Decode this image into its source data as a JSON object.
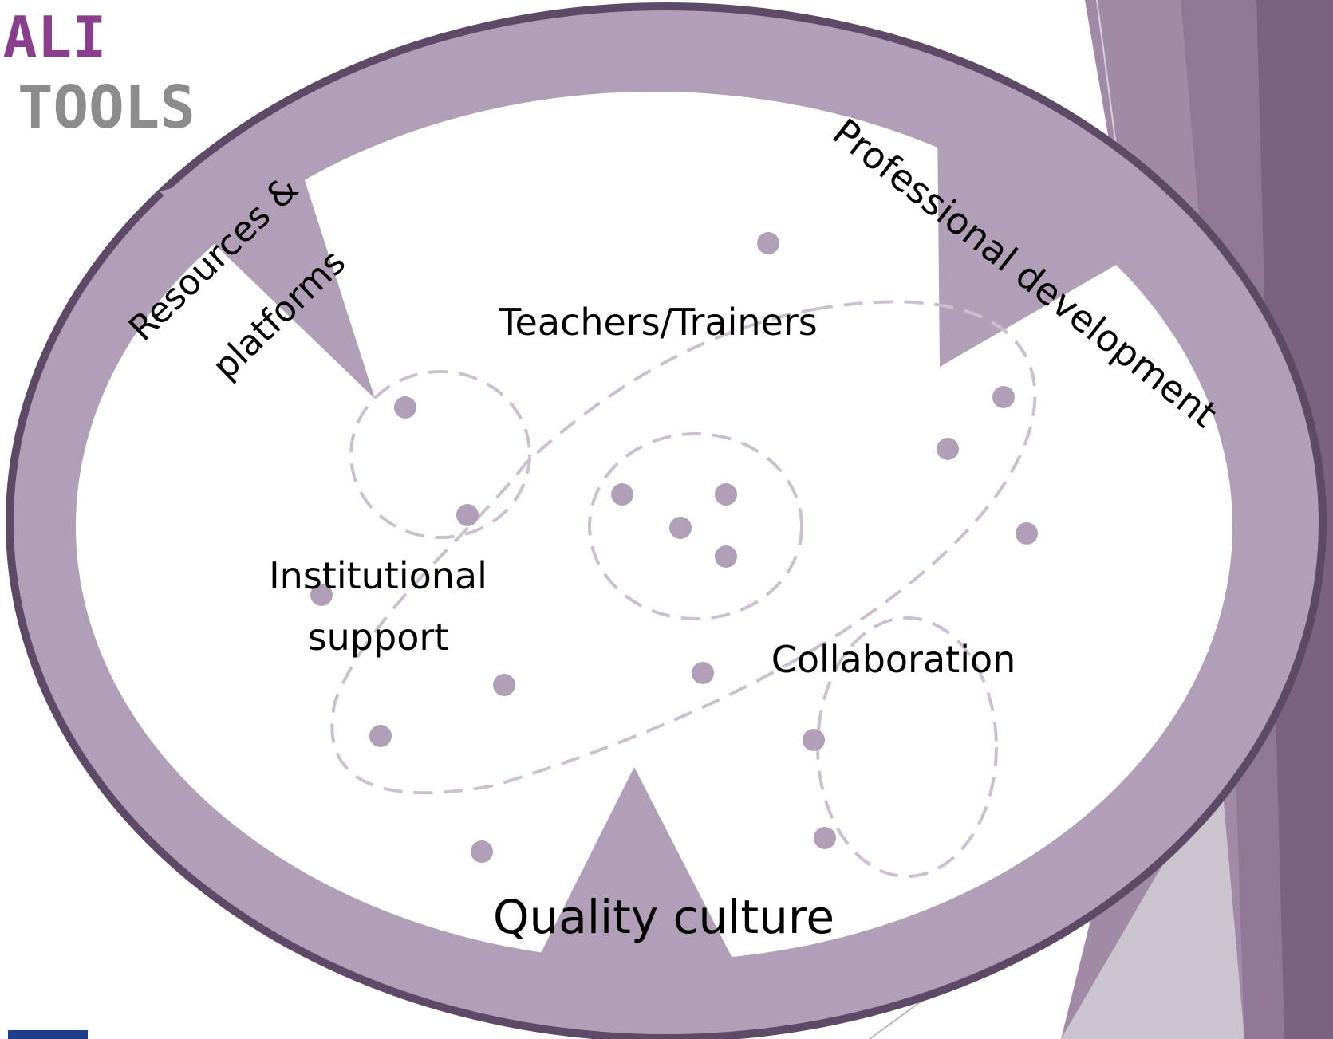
{
  "logo": {
    "line1": "UALI",
    "line2": "TOOLS"
  },
  "diagram": {
    "arrows": {
      "resources_line1": "Resources &",
      "resources_line2": "platforms",
      "professional": "Professional development",
      "quality": "Quality culture"
    },
    "groups": {
      "teachers": "Teachers/Trainers",
      "institutional_line1": "Institutional",
      "institutional_line2": "support",
      "collaboration": "Collaboration"
    }
  },
  "colors": {
    "ring_fill": "#b19fb7",
    "ring_border": "#5e4a66",
    "dot": "#b19fb7",
    "dash": "#cdbfd2",
    "deco_dark": "#7a6280",
    "deco_mid": "#a08aa6",
    "deco_light": "#cbc4cf"
  }
}
